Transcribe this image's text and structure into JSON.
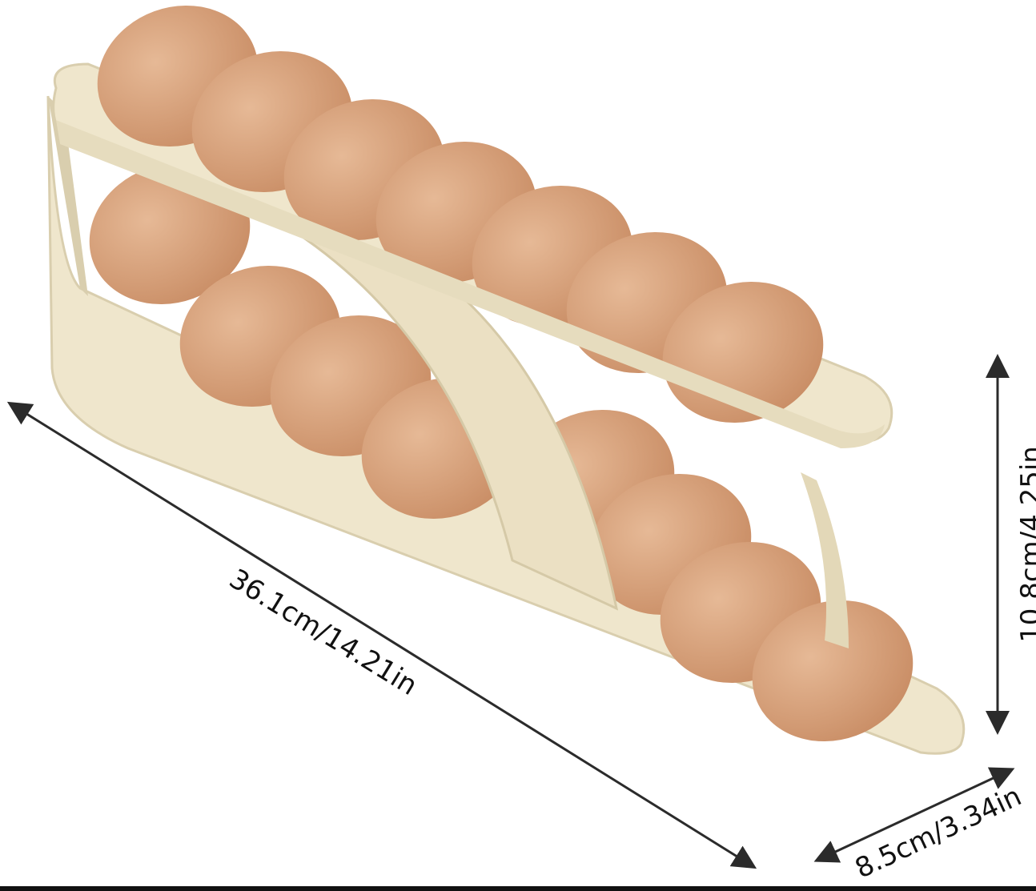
{
  "product": {
    "colors": {
      "rack": "#efe6cc",
      "rack_shadow": "#d9ceae",
      "egg": "#d29a73",
      "egg_highlight": "#e6b996",
      "arrow": "#2b2b2b"
    },
    "upper_egg_count": 7,
    "lower_egg_count": 8
  },
  "dimensions": {
    "length": "36.1cm/14.21in",
    "height": "10.8cm/4.25in",
    "width": "8.5cm/3.34in"
  }
}
